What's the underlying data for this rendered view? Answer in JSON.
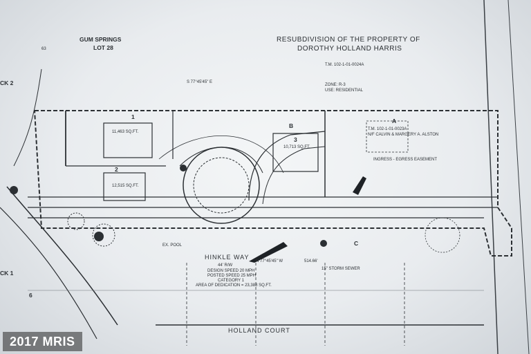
{
  "plan": {
    "title_line1": "RESUBDIVISION OF THE PROPERTY OF",
    "title_line2": "DOROTHY HOLLAND HARRIS",
    "gum_springs": "GUM SPRINGS",
    "lot_28": "LOT 28",
    "street_hinkle": "HINKLE WAY",
    "street_hinkle_row": "44' R/W",
    "design_speed": "DESIGN SPEED 20 MPH",
    "posted_speed": "POSTED SPEED 25 MPH",
    "category": "CATEGORY 1",
    "dedication": "AREA OF DEDICATION = 23,388 SQ.FT.",
    "street_holland": "HOLLAND COURT",
    "lot_b": "B",
    "lot_a": "A",
    "lot_c": "C",
    "lot_3": "3",
    "lot_1": "1",
    "lot_2": "2",
    "lot_3_area": "10,713 SQ.FT.",
    "lot_area_1": "11,463 SQ.FT.",
    "lot_area_2": "12,515 SQ.FT.",
    "tm_top": "T.M. 102-1-01-0024A",
    "tm_right": "T.M. 102-1-01-0023A",
    "owner_right": "N/F CALVIN & MARGERY A. ALSTON",
    "bearing_left": "S 77°45'45\" E",
    "bearing_bottom": "N 77°45'45\" W",
    "bearing_bottom_dist": "514.66'",
    "ingress": "INGRESS - EGRESS EASEMENT",
    "ex_pool": "EX. POOL",
    "storm_sewer": "15\" STORM SEWER",
    "zone": "ZONE: R-3",
    "use": "USE: RESIDENTIAL",
    "ck_left_top": "CK 2",
    "ck_left_bottom": "CK 1",
    "row_mark_6": "6",
    "num_63": "63"
  },
  "watermark": {
    "text": "2017 MRIS"
  }
}
